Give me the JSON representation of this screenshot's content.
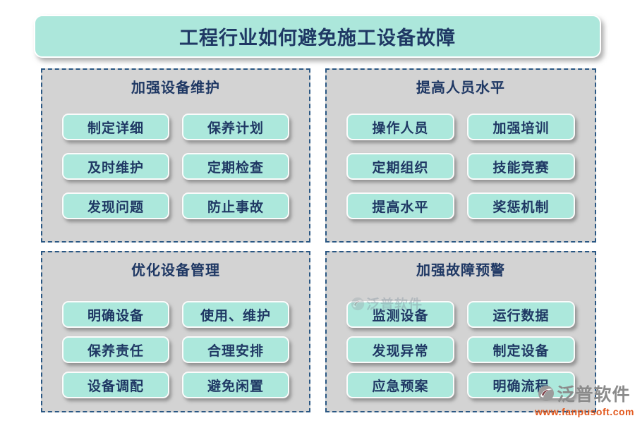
{
  "title": "工程行业如何避免施工设备故障",
  "panels": [
    {
      "title": "加强设备维护",
      "buttons": [
        "制定详细",
        "保养计划",
        "及时维护",
        "定期检查",
        "发现问题",
        "防止事故"
      ]
    },
    {
      "title": "提高人员水平",
      "buttons": [
        "操作人员",
        "加强培训",
        "定期组织",
        "技能竞赛",
        "提高水平",
        "奖惩机制"
      ]
    },
    {
      "title": "优化设备管理",
      "buttons": [
        "明确设备",
        "使用、维护",
        "保养责任",
        "合理安排",
        "设备调配",
        "避免闲置"
      ]
    },
    {
      "title": "加强故障预警",
      "buttons": [
        "监测设备",
        "运行数据",
        "发现异常",
        "制定设备",
        "应急预案",
        "明确流程"
      ]
    }
  ],
  "watermark": {
    "brand": "泛普软件",
    "url": "www.fanpusoft.com"
  },
  "colors": {
    "banner_bg": "#ace7db",
    "button_bg": "#ace8dc",
    "panel_bg": "#d3d3d3",
    "panel_border": "#2a5783",
    "text_navy": "#1f3864",
    "watermark_gray": "#8b8b8b",
    "watermark_orange": "#e2581d"
  }
}
